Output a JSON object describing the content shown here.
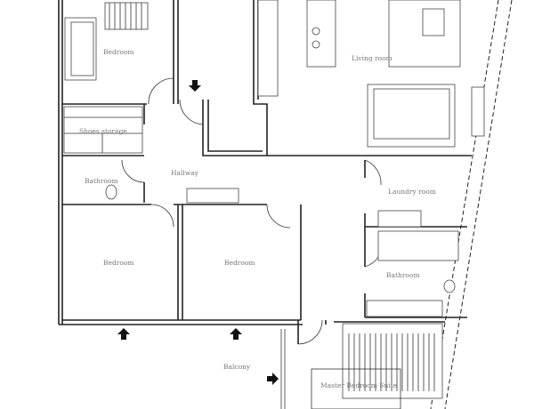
{
  "rooms": {
    "bedroom_top": "Bedroom",
    "shoes_storage": "Shoes storage",
    "bathroom_left": "Bathroom",
    "hallway": "Hallway",
    "living_room": "Living room",
    "laundry_room": "Laundry room",
    "bedroom_left": "Bedroom",
    "bedroom_middle": "Bedroom",
    "bathroom_right": "Bathroom",
    "balcony": "Balcony",
    "master_suite": "Master Bedroom Suite"
  }
}
